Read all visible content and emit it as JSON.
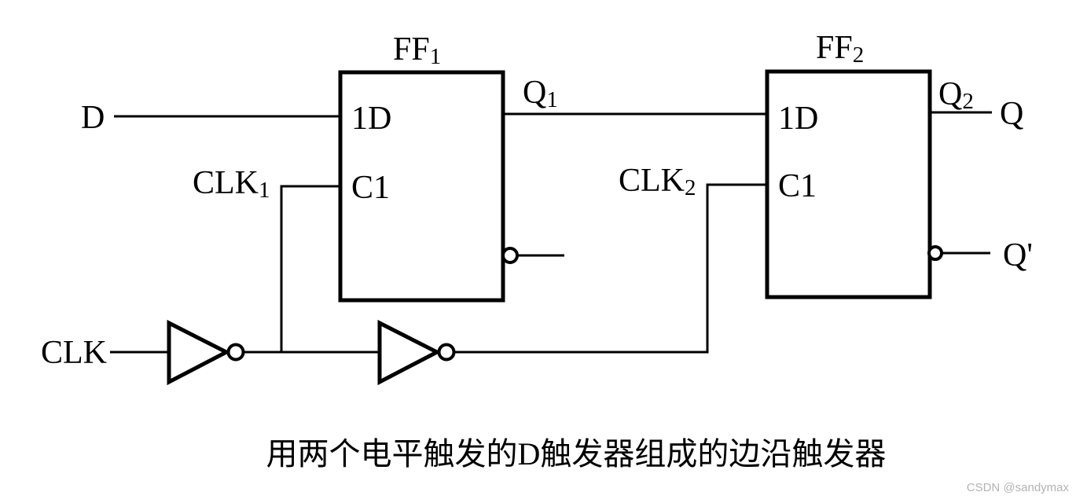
{
  "diagram": {
    "title_caption": "用两个电平触发的D触发器组成的边沿触发器",
    "watermark": "CSDN @sandymax",
    "colors": {
      "line": "#000000",
      "background": "#ffffff",
      "watermark": "#b3b3b3"
    },
    "flip_flops": [
      {
        "name": "FF",
        "sub": "1",
        "pin_d": "1D",
        "pin_c": "C1"
      },
      {
        "name": "FF",
        "sub": "2",
        "pin_d": "1D",
        "pin_c": "C1"
      }
    ],
    "signals": {
      "d": {
        "base": "D"
      },
      "clk": {
        "base": "CLK"
      },
      "clk1": {
        "base": "CLK",
        "sub": "1"
      },
      "clk2": {
        "base": "CLK",
        "sub": "2"
      },
      "q1": {
        "base": "Q",
        "sub": "1"
      },
      "q2": {
        "base": "Q",
        "sub": "2"
      },
      "q": {
        "base": "Q"
      },
      "q_prime": {
        "base": "Q'"
      }
    },
    "components": {
      "inverter1": "not-gate",
      "inverter2": "not-gate"
    }
  }
}
